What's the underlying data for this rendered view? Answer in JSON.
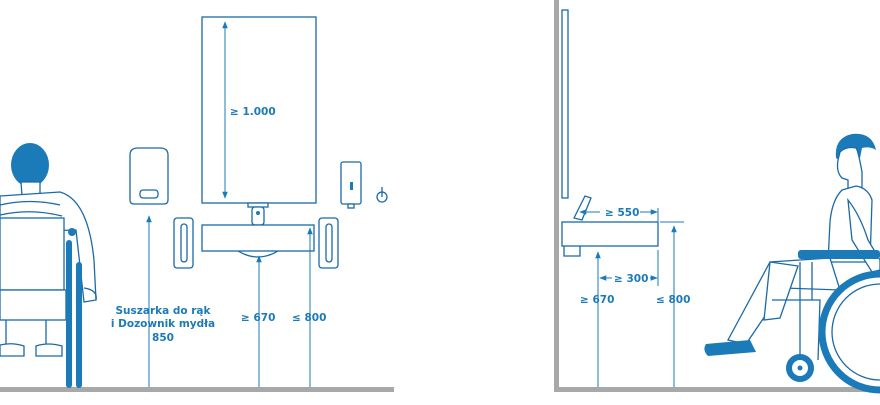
{
  "front_view": {
    "mirror_min_height": "≥ 1.000",
    "dryer_dispenser_label_line1": "Suszarka do rąk",
    "dryer_dispenser_label_line2": "i Dozownik mydła",
    "dryer_dispenser_height": "850",
    "sink_min_height": "≥ 670",
    "sink_max_height": "≤ 800"
  },
  "side_view": {
    "sink_depth_min": "≥ 550",
    "knee_clearance_min": "≥ 300",
    "sink_min_height": "≥ 670",
    "sink_max_height": "≤ 800"
  },
  "colors": {
    "accent": "#1b7ab8",
    "line": "#1b6aa8",
    "floor": "#a8a8a8"
  }
}
